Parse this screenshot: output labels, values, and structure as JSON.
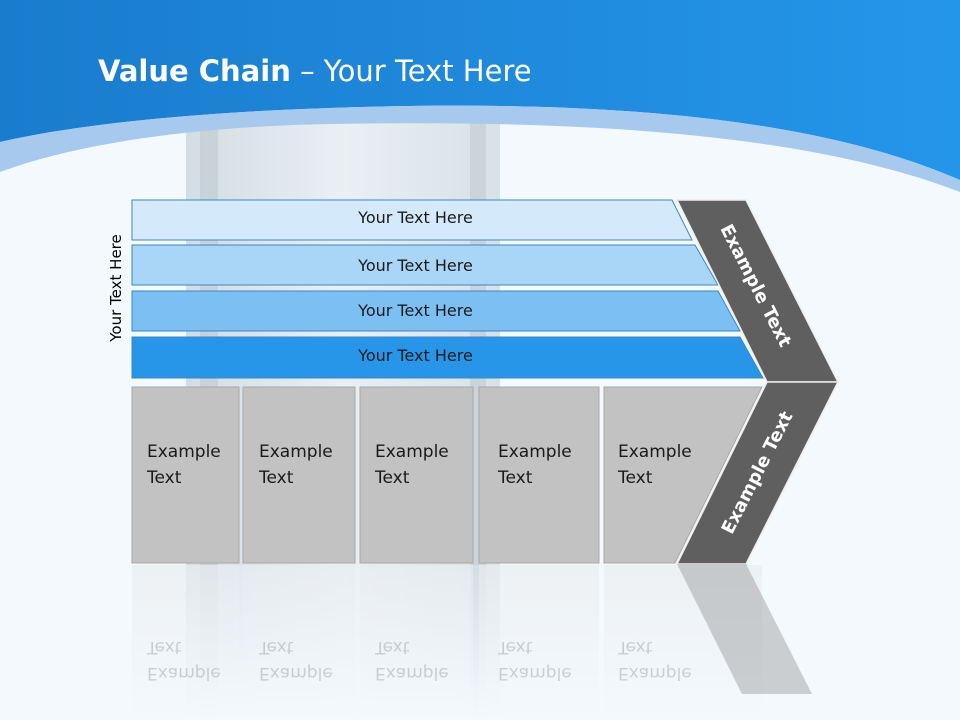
{
  "title": {
    "bold": "Value Chain",
    "rest": " – Your Text Here"
  },
  "side_label": "Your Text Here",
  "bands": [
    {
      "label": "Your Text Here",
      "color": "#d4eafb"
    },
    {
      "label": "Your Text Here",
      "color": "#a9d5f7"
    },
    {
      "label": "Your Text Here",
      "color": "#7cc0f3"
    },
    {
      "label": "Your Text Here",
      "color": "#2896e8"
    }
  ],
  "boxes": [
    {
      "line1": "Example",
      "line2": "Text"
    },
    {
      "line1": "Example",
      "line2": "Text"
    },
    {
      "line1": "Example",
      "line2": "Text"
    },
    {
      "line1": "Example",
      "line2": "Text"
    },
    {
      "line1": "Example",
      "line2": "Text"
    }
  ],
  "chevron": {
    "upper": "Example Text",
    "lower": "Example Text",
    "color": "#5f5f5f"
  },
  "colors": {
    "header_blue": "#1e88dc",
    "box_gray": "#c2c2c2",
    "text_dark": "#1a1a1a"
  }
}
